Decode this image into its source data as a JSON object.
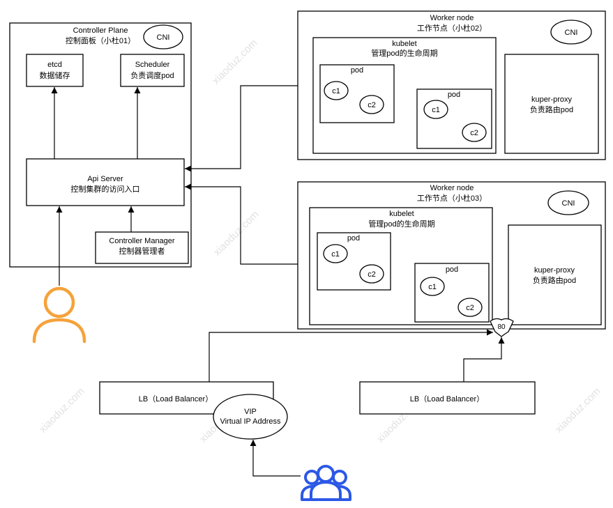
{
  "control_plane": {
    "title": "Controller Plane",
    "subtitle": "控制面板（小杜01）",
    "cni": "CNI",
    "etcd": {
      "title": "etcd",
      "desc": "数据储存"
    },
    "scheduler": {
      "title": "Scheduler",
      "desc": "负责调度pod"
    },
    "api_server": {
      "title": "Api Server",
      "desc": "控制集群的访问入口"
    },
    "controller_manager": {
      "title": "Controller Manager",
      "desc": "控制器管理者"
    }
  },
  "worker_nodes": [
    {
      "title": "Worker node",
      "subtitle": "工作节点（小杜02）",
      "cni": "CNI",
      "kubelet": {
        "title": "kubelet",
        "desc": "管理pod的生命周期"
      },
      "pods": [
        {
          "label": "pod",
          "containers": [
            "c1",
            "c2"
          ]
        },
        {
          "label": "pod",
          "containers": [
            "c1",
            "c2"
          ]
        }
      ],
      "proxy": {
        "title": "kuper-proxy",
        "desc": "负责路由pod"
      }
    },
    {
      "title": "Worker node",
      "subtitle": "工作节点（小杜03）",
      "cni": "CNI",
      "kubelet": {
        "title": "kubelet",
        "desc": "管理pod的生命周期"
      },
      "pods": [
        {
          "label": "pod",
          "containers": [
            "c1",
            "c2"
          ]
        },
        {
          "label": "pod",
          "containers": [
            "c1",
            "c2"
          ]
        }
      ],
      "proxy": {
        "title": "kuper-proxy",
        "desc": "负责路由pod"
      }
    }
  ],
  "port": "80",
  "load_balancers": [
    {
      "label": "LB（Load Balancer）"
    },
    {
      "label": "LB（Load Balancer）"
    }
  ],
  "vip": {
    "title": "VIP",
    "desc": "Virtual IP Address"
  },
  "icons": {
    "admin": "user-icon",
    "clients": "users-group-icon"
  },
  "colors": {
    "admin_icon": "#F5A23A",
    "clients_icon": "#2C58E6",
    "lines": "#000000"
  },
  "watermark": "xiaoduz.com"
}
